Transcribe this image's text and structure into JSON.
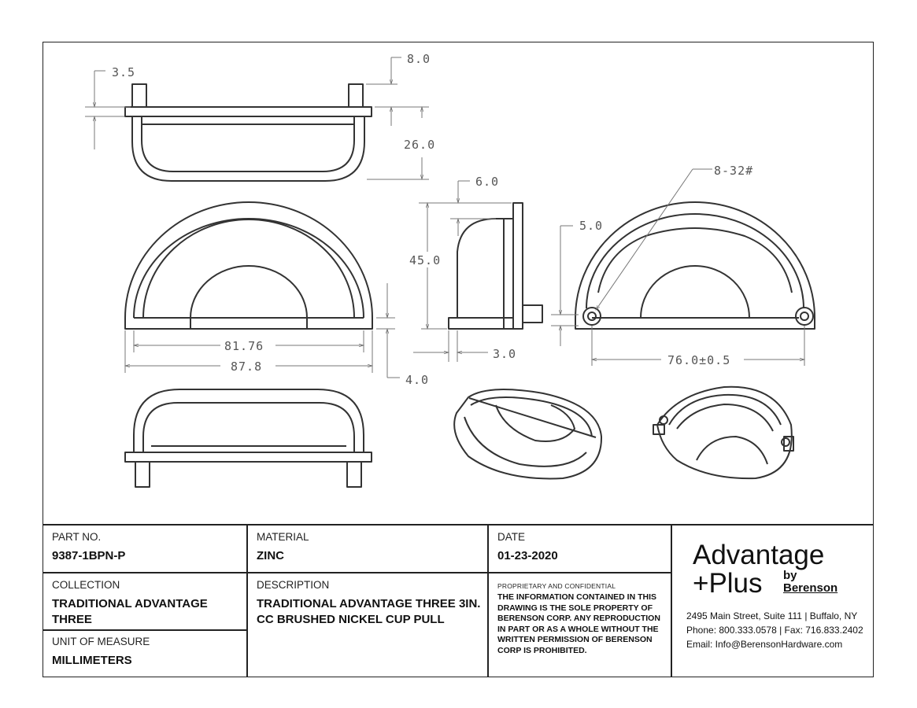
{
  "dimensions": {
    "d_3_5": "3.5",
    "d_8_0": "8.0",
    "d_26_0": "26.0",
    "d_6_0": "6.0",
    "d_8_32": "8-32#",
    "d_5_0": "5.0",
    "d_45_0": "45.0",
    "d_81_76": "81.76",
    "d_87_8": "87.8",
    "d_4_0": "4.0",
    "d_3_0": "3.0",
    "d_76_0": "76.0±0.5"
  },
  "title_block": {
    "part_no_label": "PART NO.",
    "part_no": "9387-1BPN-P",
    "material_label": "MATERIAL",
    "material": "ZINC",
    "date_label": "DATE",
    "date": "01-23-2020",
    "collection_label": "COLLECTION",
    "collection_line1": "TRADITIONAL ADVANTAGE",
    "collection_line2": "THREE",
    "description_label": "DESCRIPTION",
    "description_line1": "TRADITIONAL ADVANTAGE THREE 3IN.",
    "description_line2": "CC BRUSHED NICKEL CUP PULL",
    "unit_label": "UNIT OF MEASURE",
    "unit": "MILLIMETERS",
    "proprietary_label": "PROPRIETARY AND CONFIDENTIAL",
    "notice_lines": [
      "THE INFORMATION CONTAINED IN THIS",
      "DRAWING IS THE SOLE PROPERTY OF",
      "BERENSON CORP. ANY REPRODUCTION",
      "IN PART OR AS A WHOLE WITHOUT THE",
      "WRITTEN PERMISSION OF BERENSON",
      "CORP IS PROHIBITED."
    ]
  },
  "company": {
    "logo_line1": "Advantage",
    "logo_line2": "+Plus",
    "logo_by": "by",
    "logo_brand": "Berenson",
    "address": "2495 Main Street, Suite 111 | Buffalo, NY",
    "phone": "Phone: 800.333.0578 | Fax: 716.833.2402",
    "email": "Email: Info@BerensonHardware.com"
  }
}
